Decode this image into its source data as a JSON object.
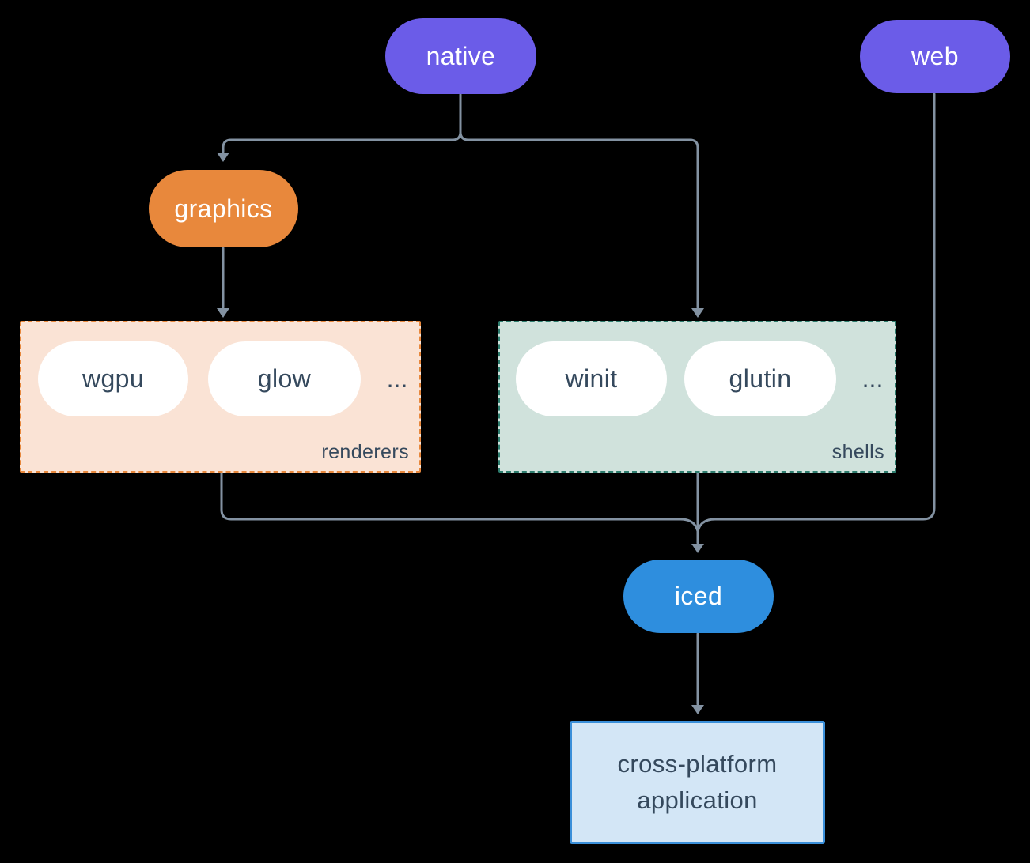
{
  "colors": {
    "canvas_bg": "#000000",
    "platform_pill_bg": "#6b5ce8",
    "graphics_pill_bg": "#e8883c",
    "iced_pill_bg": "#2e8ede",
    "inner_pill_bg": "#ffffff",
    "pill_text_light": "#ffffff",
    "text_dark": "#35495d",
    "renderers_box_bg": "#fae3d5",
    "renderers_box_border": "#e8883c",
    "shells_box_bg": "#d0e2dc",
    "shells_box_border": "#2e7d6e",
    "app_box_bg": "#d3e6f6",
    "app_box_border": "#3a8fd9",
    "connector": "#8392a2"
  },
  "nodes": {
    "native": {
      "label": "native"
    },
    "web": {
      "label": "web"
    },
    "graphics": {
      "label": "graphics"
    },
    "iced": {
      "label": "iced"
    },
    "application": {
      "label": "cross-platform application"
    }
  },
  "groups": {
    "renderers": {
      "label": "renderers",
      "items": [
        {
          "label": "wgpu"
        },
        {
          "label": "glow"
        }
      ],
      "ellipsis": "..."
    },
    "shells": {
      "label": "shells",
      "items": [
        {
          "label": "winit"
        },
        {
          "label": "glutin"
        }
      ],
      "ellipsis": "..."
    }
  }
}
